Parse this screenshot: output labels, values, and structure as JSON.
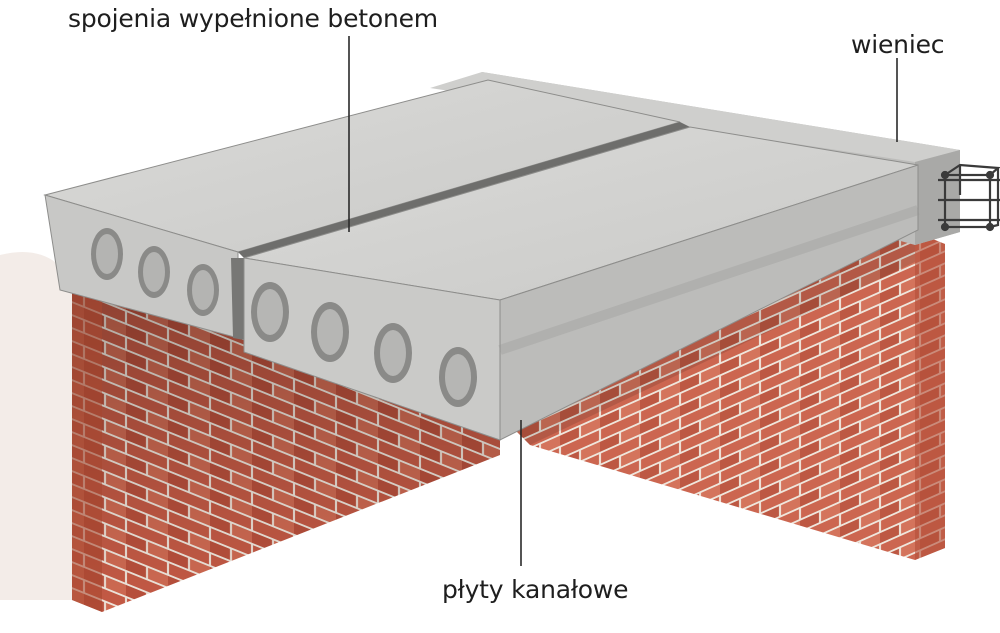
{
  "labels": {
    "joints": "spojenia wypełnione betonem",
    "ring_beam": "wieniec",
    "hollow_slabs": "płyty kanałowe"
  },
  "colors": {
    "background": "#ffffff",
    "brick": "#c45a45",
    "mortar": "#efe6dc",
    "concrete_top": "#d4d4d2",
    "concrete_face": "#c6c6c4",
    "hollow": "#8a8a88",
    "leader_line": "#2a2a2a"
  }
}
